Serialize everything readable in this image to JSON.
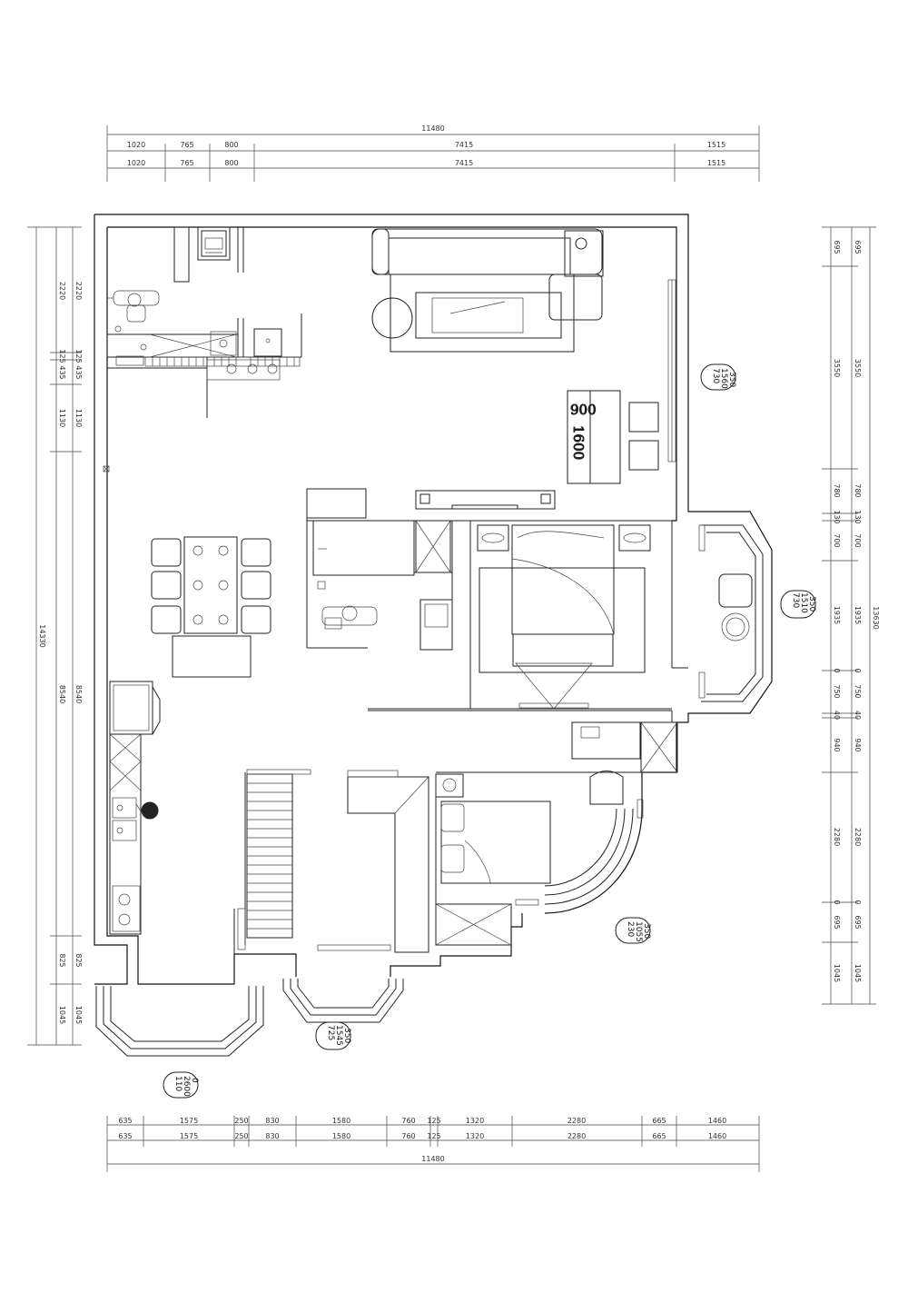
{
  "top_dims": {
    "total": "11480",
    "row1": [
      "1020",
      "765",
      "800",
      "7415",
      "1515"
    ],
    "row2": [
      "1020",
      "765",
      "800",
      "7415",
      "1515"
    ]
  },
  "bottom_dims": {
    "total": "11480",
    "row1": [
      "635",
      "1575",
      "250",
      "830",
      "1580",
      "760",
      "125",
      "1320",
      "2280",
      "665",
      "1460"
    ],
    "row2": [
      "635",
      "1575",
      "250",
      "830",
      "1580",
      "760",
      "125",
      "1320",
      "2280",
      "665",
      "1460"
    ]
  },
  "left_dims": {
    "total": "14330",
    "col1": [
      "2220",
      "125",
      "435",
      "1130",
      "8540",
      "825",
      "1045"
    ],
    "col2": [
      "2220",
      "125",
      "435",
      "1130",
      "8540",
      "825",
      "1045"
    ]
  },
  "right_dims": {
    "total": "13630",
    "col1": [
      "695",
      "3550",
      "780",
      "130",
      "700",
      "1935",
      "0",
      "750",
      "40",
      "940",
      "2280",
      "0",
      "695",
      "1045"
    ],
    "col2": [
      "695",
      "3550",
      "780",
      "130",
      "700",
      "1935",
      "0",
      "750",
      "40",
      "940",
      "2280",
      "0",
      "695",
      "1045"
    ]
  },
  "table_label": {
    "w": "900",
    "l": "1600"
  },
  "window_tags": [
    {
      "lines": [
        "350",
        "1560",
        "730"
      ]
    },
    {
      "lines": [
        "350",
        "1510",
        "730"
      ]
    },
    {
      "lines": [
        "350",
        "1055",
        "230"
      ]
    },
    {
      "lines": [
        "350",
        "1545",
        "725"
      ]
    },
    {
      "lines": [
        "0",
        "2600",
        "110"
      ]
    }
  ]
}
